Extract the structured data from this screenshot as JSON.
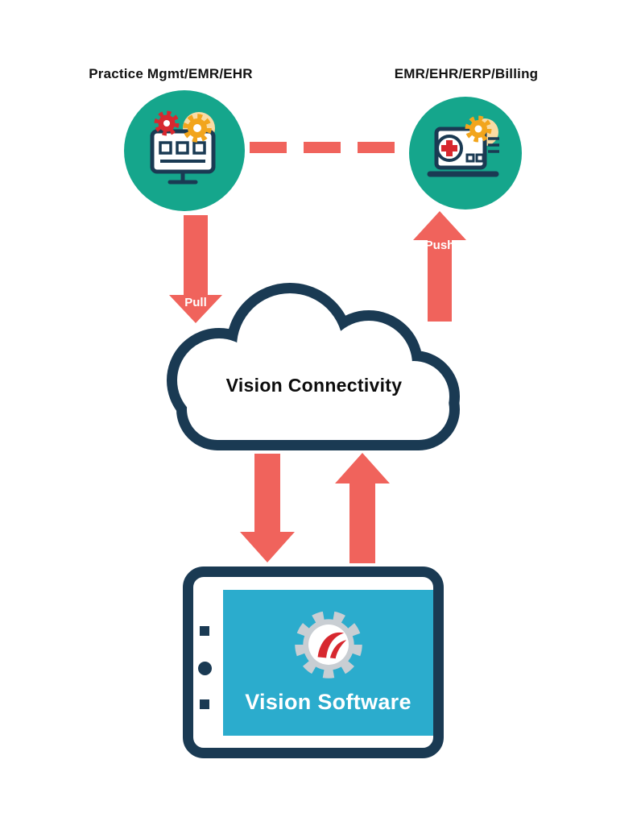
{
  "nodes": {
    "source": {
      "label": "Practice Mgmt/EMR/EHR"
    },
    "target": {
      "label": "EMR/EHR/ERP/Billing"
    },
    "cloud": {
      "label": "Vision Connectivity"
    },
    "device": {
      "label": "Vision Software"
    }
  },
  "arrows": {
    "pull": "Pull",
    "push": "Push"
  },
  "icons": {
    "source": "desktop-with-gears-icon",
    "target": "laptop-medical-gears-icon",
    "device_logo": "gear-swoosh-logo-icon"
  },
  "colors": {
    "teal": "#15a68c",
    "salmon": "#f0635c",
    "navy": "#1a3a53",
    "screen_blue": "#2baccd",
    "accent_red": "#d7282f",
    "accent_yellow": "#f2a51c",
    "gear_gray": "#c9ced3",
    "pale_peach": "#f9dba4"
  }
}
